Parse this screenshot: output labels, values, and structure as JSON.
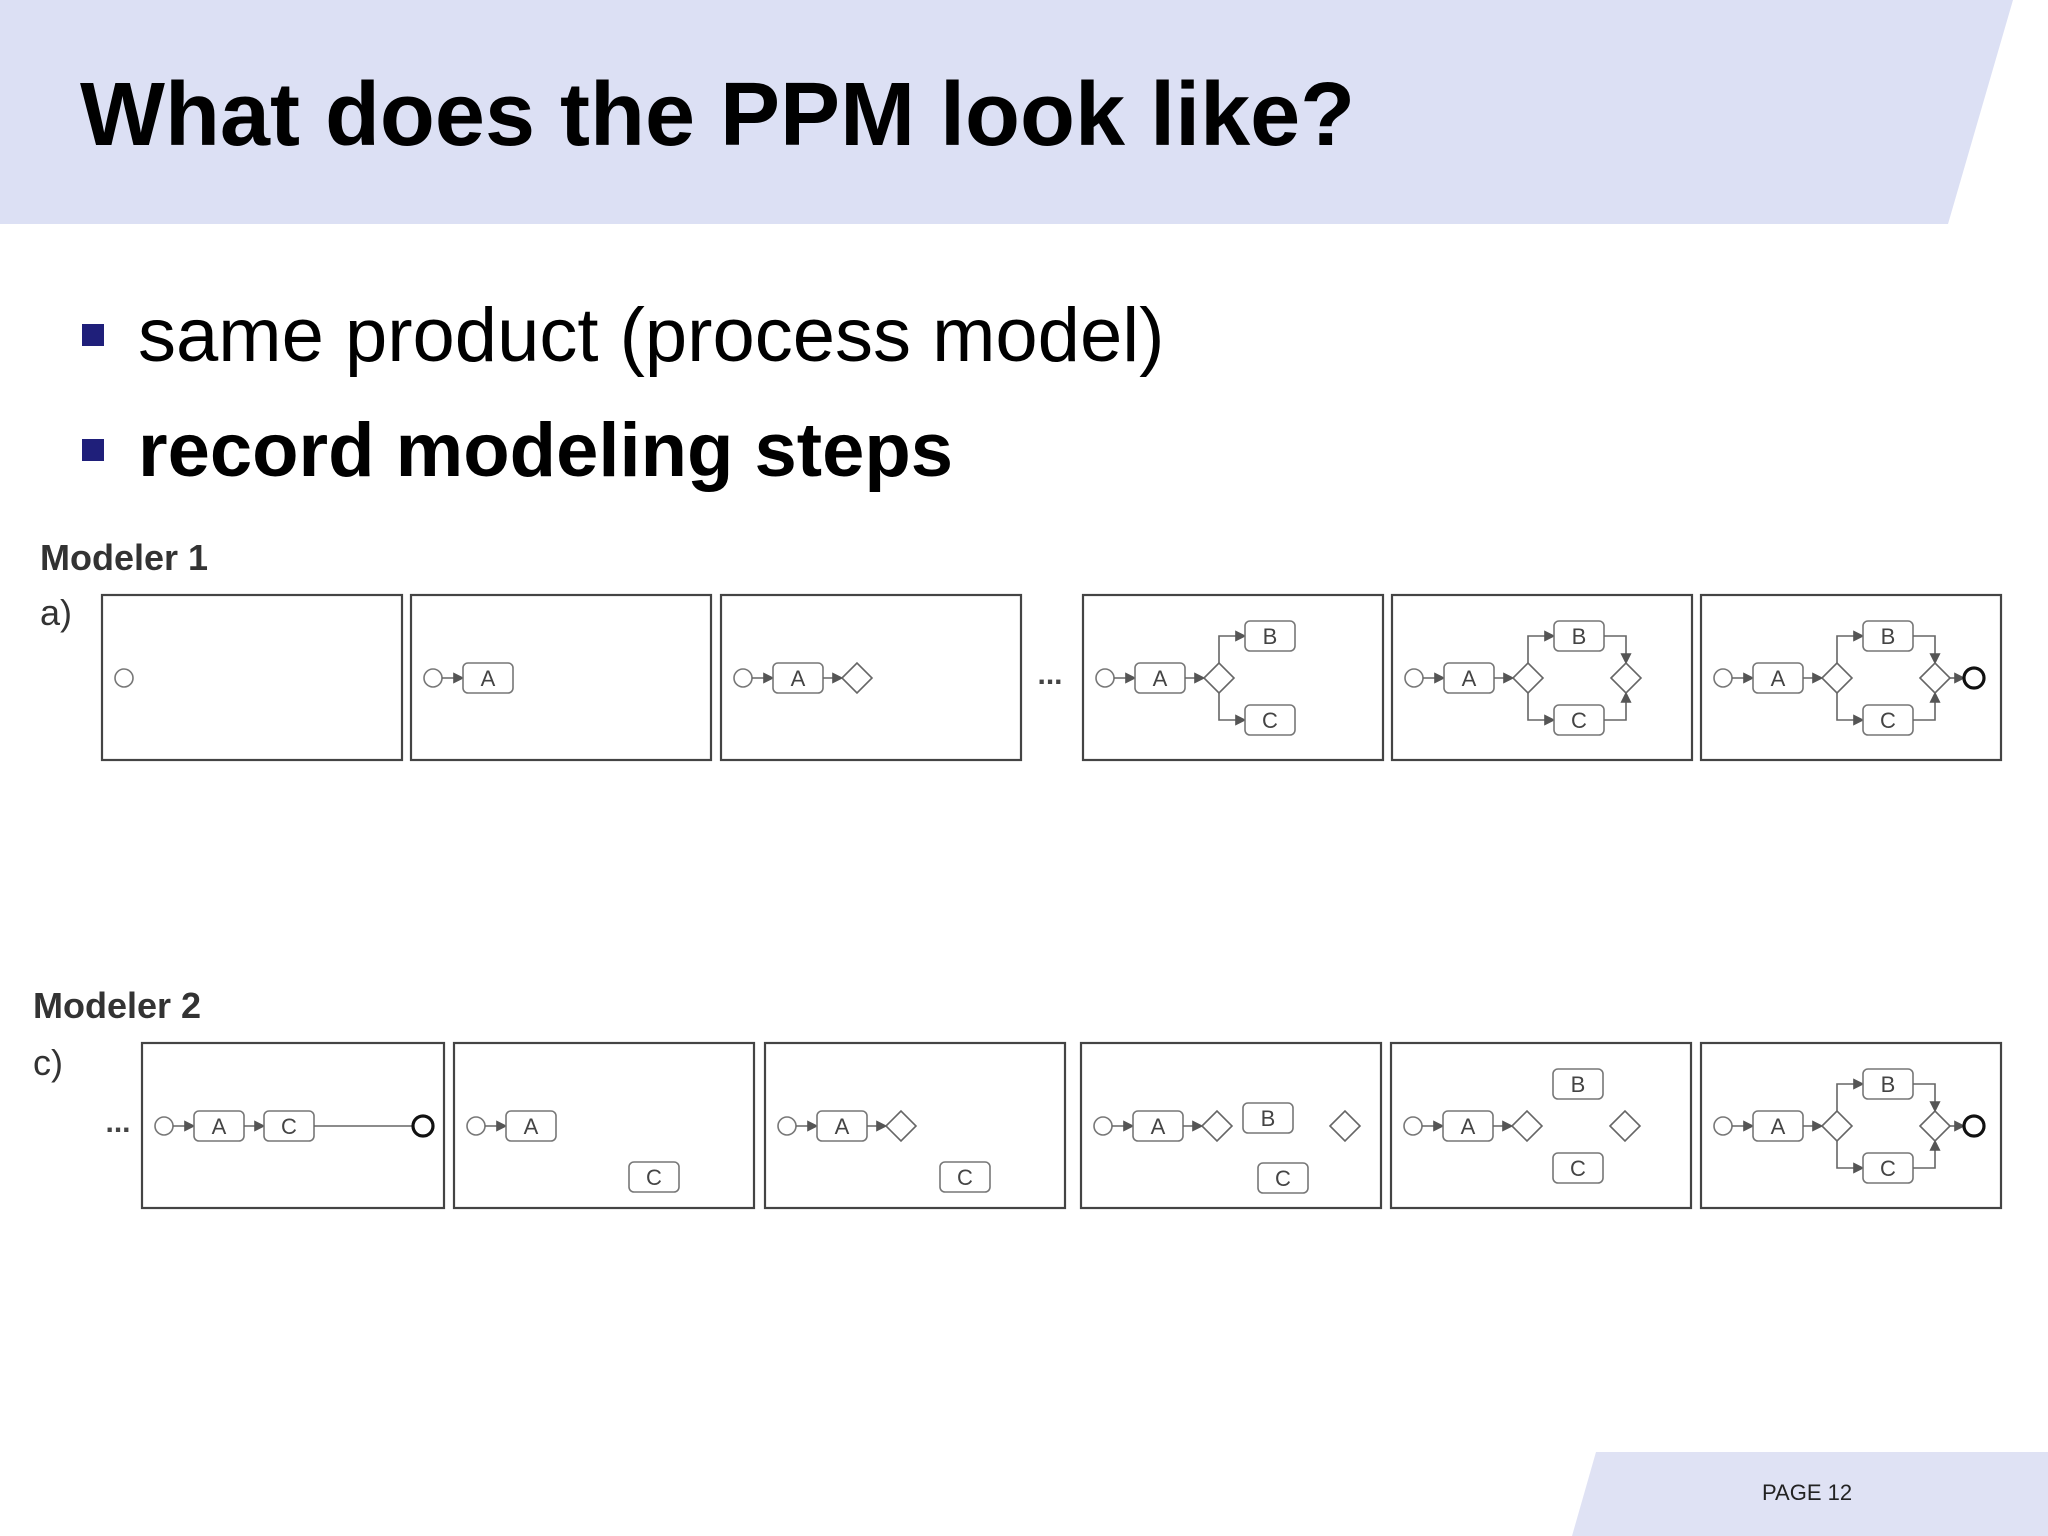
{
  "slide": {
    "title": "What does the PPM look like?",
    "bullets": [
      {
        "text": "same product (process model)",
        "bold": false
      },
      {
        "text": "record modeling steps",
        "bold": true
      }
    ],
    "page_label": "PAGE 12"
  },
  "colors": {
    "header_band": "#dce0f4",
    "footer_band": "#dfe2f4",
    "bullet_marker": "#1f1f7a",
    "frame_stroke": "#444444"
  },
  "diagram": {
    "ellipsis": "...",
    "modelers": [
      {
        "title": "Modeler 1",
        "sub": "a)",
        "leading_ellipsis": false,
        "gap_ellipsis_after_step": 3,
        "steps": [
          {
            "nodes": [
              "start-event"
            ]
          },
          {
            "nodes": [
              "start-event",
              "A"
            ]
          },
          {
            "nodes": [
              "start-event",
              "A",
              "split-gateway"
            ]
          },
          {
            "nodes": [
              "start-event",
              "A",
              "split-gateway",
              "B",
              "C"
            ]
          },
          {
            "nodes": [
              "start-event",
              "A",
              "split-gateway",
              "B",
              "C",
              "join-gateway"
            ]
          },
          {
            "nodes": [
              "start-event",
              "A",
              "split-gateway",
              "B",
              "C",
              "join-gateway",
              "end-event"
            ]
          }
        ]
      },
      {
        "title": "Modeler 2",
        "sub": "c)",
        "leading_ellipsis": true,
        "gap_ellipsis_after_step": null,
        "steps": [
          {
            "nodes": [
              "start-event",
              "A",
              "C",
              "end-event"
            ]
          },
          {
            "nodes": [
              "start-event",
              "A",
              "C"
            ]
          },
          {
            "nodes": [
              "start-event",
              "A",
              "split-gateway",
              "C"
            ]
          },
          {
            "nodes": [
              "start-event",
              "A",
              "split-gateway",
              "B",
              "C",
              "join-gateway"
            ]
          },
          {
            "nodes": [
              "start-event",
              "A",
              "split-gateway",
              "B",
              "C",
              "join-gateway"
            ]
          },
          {
            "nodes": [
              "start-event",
              "A",
              "split-gateway",
              "B",
              "C",
              "join-gateway",
              "end-event"
            ]
          }
        ]
      }
    ]
  }
}
